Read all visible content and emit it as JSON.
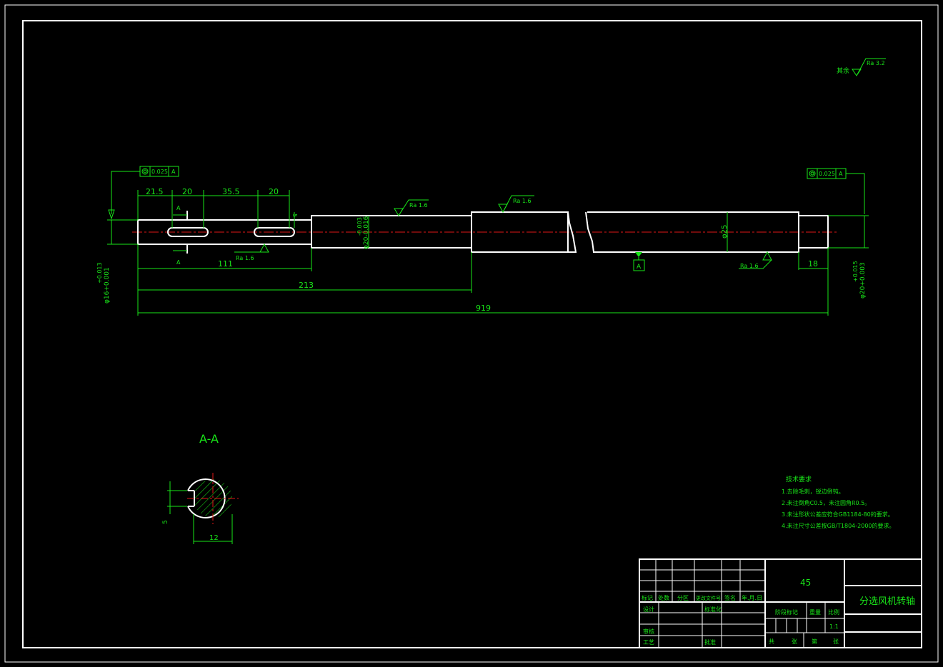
{
  "surface_note": {
    "label": "其余",
    "value": "Ra 3.2"
  },
  "tolerance_frames": [
    {
      "value": "0.025",
      "datum": "A"
    },
    {
      "value": "0.025",
      "datum": "A"
    }
  ],
  "dimensions": {
    "d1": "21.5",
    "d2": "20",
    "d3": "35.5",
    "d4": "20",
    "keyway_depth": "5",
    "len_111": "111",
    "len_213": "213",
    "len_919": "919",
    "len_18": "18",
    "dia_25": "φ25",
    "dia_left": "φ16+0.001",
    "dia_left_upper": "+0.013",
    "dia_mid": "φ20-0.016",
    "dia_mid_upper": "-0.003",
    "dia_right": "φ20+0.003",
    "dia_right_upper": "+0.015"
  },
  "roughness": {
    "r1": "Ra 1.6",
    "r2": "Ra 1.6",
    "r3": "Ra 1.6",
    "r4": "Ra 1.6"
  },
  "section_marks": {
    "top": "A",
    "bottom": "A",
    "datum": "A"
  },
  "section_view": {
    "title": "A-A",
    "width_dim": "12",
    "depth_dim": "5"
  },
  "tech_requirements": {
    "title": "技术要求",
    "items": [
      "1.去除毛刺，锐边倒钝。",
      "2.未注倒角C0.5，未注圆角R0.5。",
      "3.未注形状公差应符合GB1184-80的要求。",
      "4.未注尺寸公差按GB/T1804-2000的要求。"
    ]
  },
  "title_block": {
    "material": "45",
    "part_name": "分选风机转轴",
    "scale": "1:1",
    "header_row": [
      "标记",
      "处数",
      "分区",
      "更改文件号",
      "签名",
      "年.月.日"
    ],
    "labels": {
      "design": "设计",
      "standardize": "标准化",
      "review": "审核",
      "process": "工艺",
      "approve": "批准",
      "stage_mark": "阶段标记",
      "weight": "重量",
      "ratio": "比例",
      "total": "共",
      "sheets": "张",
      "page": "第",
      "sheet2": "张"
    }
  },
  "colors": {
    "background": "#000000",
    "dimension": "#19e619",
    "outline": "#ffffff",
    "centerline": "#e01818"
  }
}
